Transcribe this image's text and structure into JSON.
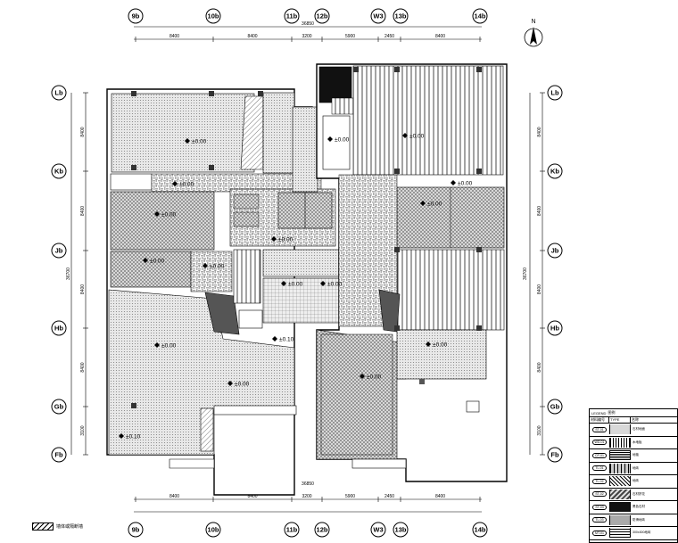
{
  "north_label": "N",
  "grid_top": [
    "9b",
    "10b",
    "11b",
    "12b",
    "W3",
    "13b",
    "14b"
  ],
  "grid_side": [
    "Lb",
    "Kb",
    "Jb",
    "Hb",
    "Gb",
    "Fb"
  ],
  "dims_top": [
    "8400",
    "8400",
    "3200",
    "5900",
    "2450",
    "8400"
  ],
  "dims_total_top": "36850",
  "dims_side": [
    "8400",
    "8400",
    "8400",
    "8400",
    "3100"
  ],
  "dims_total_side": "36700",
  "elevations": [
    "±0.00",
    "±0.00",
    "±0.00",
    "±0.00",
    "±0.00",
    "±0.00",
    "±0.00",
    "±0.00",
    "±0.00",
    "±0.00",
    "±0.00",
    "±0.00",
    "±0.00",
    "±0.00",
    "±0.00",
    "±0.00",
    "±0.10",
    "±0.10"
  ],
  "legend": {
    "title_en": "LEGEND",
    "title_cn": "图例",
    "col_code": "材料编号",
    "col_type": "TYPE",
    "col_name": "名称",
    "rows": [
      {
        "code": "ST-01",
        "name": "石材地面"
      },
      {
        "code": "WD-01",
        "name": "木地板"
      },
      {
        "code": "CP-01",
        "name": "地毯"
      },
      {
        "code": "TL-01",
        "name": "地砖"
      },
      {
        "code": "TL-02",
        "name": "地砖"
      },
      {
        "code": "ST-02",
        "name": "石材拼花"
      },
      {
        "code": "ST-03",
        "name": "黑色石材"
      },
      {
        "code": "TL-03",
        "name": "防滑地砖"
      },
      {
        "code": "MT-01",
        "name": "300x300地砖"
      }
    ]
  },
  "hatch_note": "墙体或隔断墙",
  "colors": {
    "line": "#000000",
    "fill_gray": "#cfcfcf",
    "paper": "#ffffff"
  }
}
